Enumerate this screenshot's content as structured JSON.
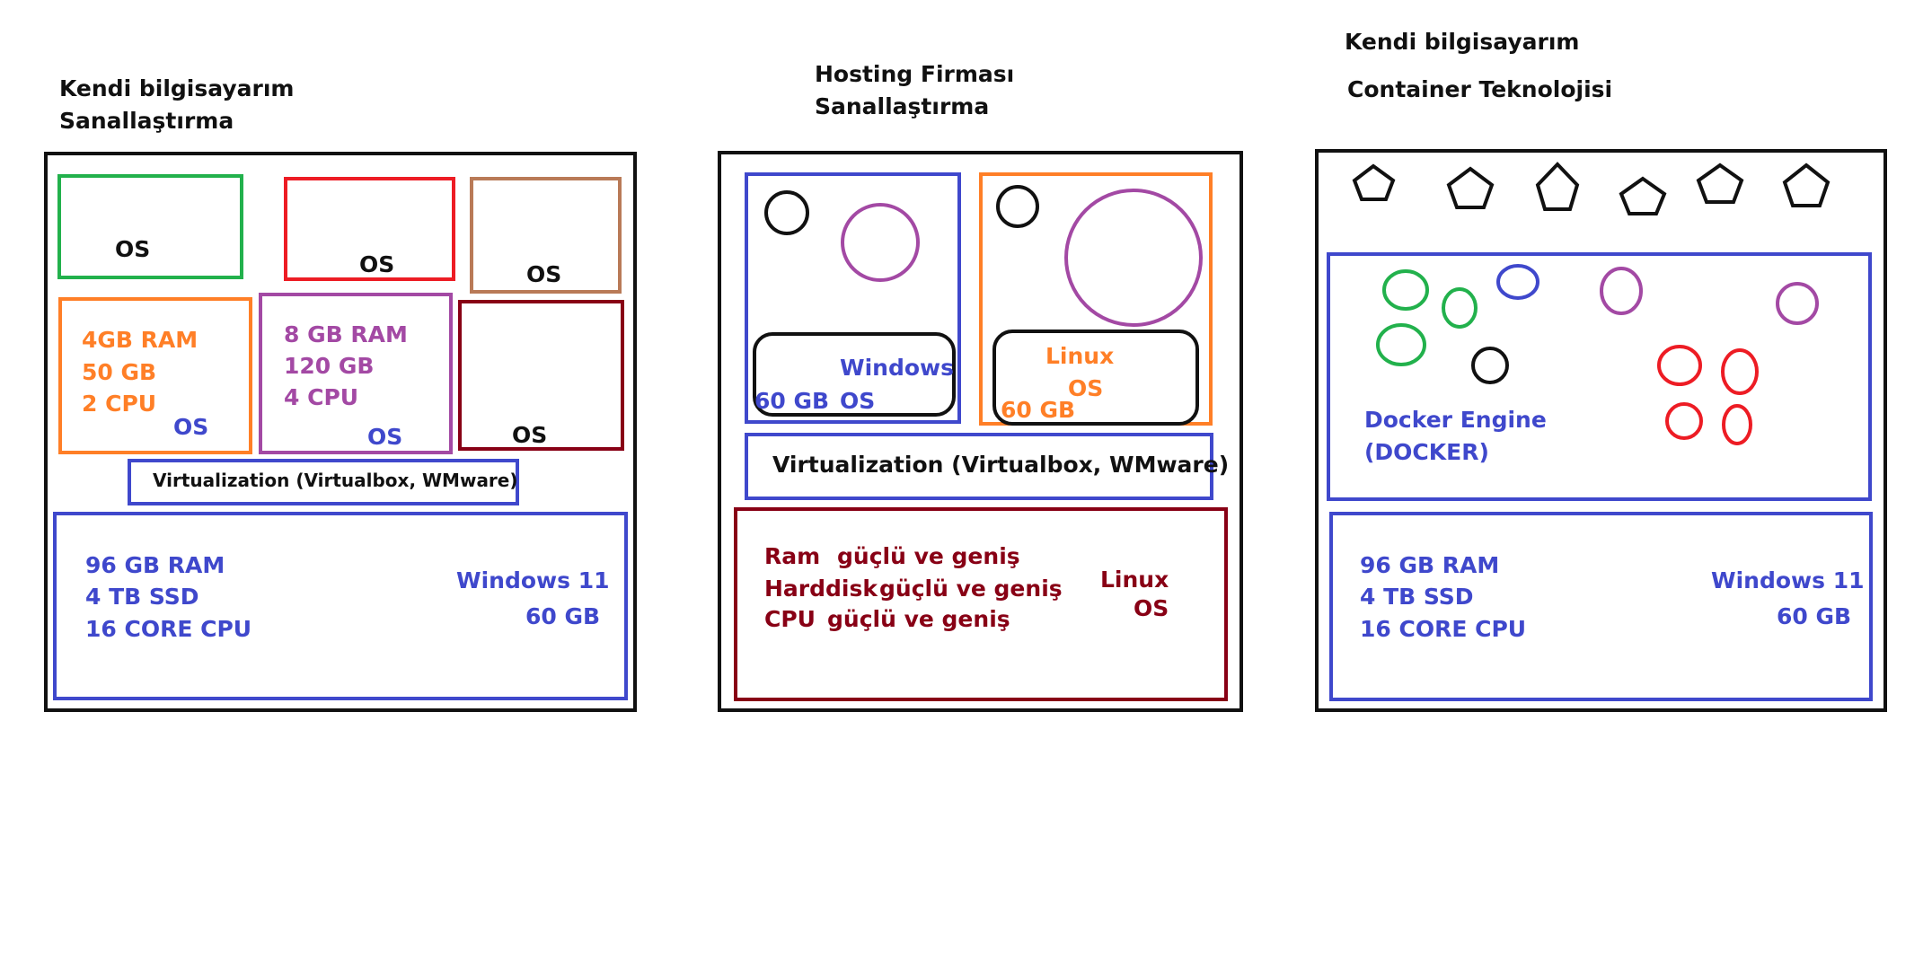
{
  "colors": {
    "black": "#111111",
    "blue": "#3f48cc",
    "green": "#22b14c",
    "red": "#ed1c24",
    "brown": "#b97a57",
    "orange": "#ff7f27",
    "purple": "#a349a4",
    "darkred": "#880015"
  },
  "panel1": {
    "title_line1": "Kendi bilgisayarım",
    "title_line2": "Sanallaştırma",
    "vm_green_os": "OS",
    "vm_red_os": "OS",
    "vm_brown_os": "OS",
    "vm_orange": {
      "ram": "4GB RAM",
      "disk": "50 GB",
      "cpu": "2 CPU",
      "os": "OS"
    },
    "vm_purple": {
      "ram": "8 GB RAM",
      "disk": "120 GB",
      "cpu": "4 CPU",
      "os": "OS"
    },
    "vm_darkred_os": "OS",
    "virtualization": "Virtualization (Virtualbox, WMware)",
    "host": {
      "ram": "96 GB RAM",
      "ssd": "4 TB SSD",
      "cpu": "16 CORE CPU",
      "os": "Windows 11",
      "os_size": "60 GB"
    }
  },
  "panel2": {
    "title_line1": "Hosting Firması",
    "title_line2": "Sanallaştırma",
    "vm_windows": {
      "os_name": "Windows",
      "size": "60 GB",
      "os": "OS"
    },
    "vm_linux": {
      "os_name": "Linux",
      "os": "OS",
      "size": "60 GB"
    },
    "virtualization": "Virtualization (Virtualbox, WMware)",
    "host": {
      "ram": "Ram",
      "ram_desc": "güçlü ve geniş",
      "disk": "Harddisk",
      "disk_desc": "güçlü ve geniş",
      "cpu": "CPU",
      "cpu_desc": "güçlü ve geniş",
      "os_name": "Linux",
      "os": "OS"
    }
  },
  "panel3": {
    "title_line1": "Kendi bilgisayarım",
    "title_line2": "Container Teknolojisi",
    "docker_line1": "Docker Engine",
    "docker_line2": "(DOCKER)",
    "host": {
      "ram": "96 GB RAM",
      "ssd": "4 TB SSD",
      "cpu": "16 CORE CPU",
      "os": "Windows 11",
      "os_size": "60 GB"
    }
  }
}
